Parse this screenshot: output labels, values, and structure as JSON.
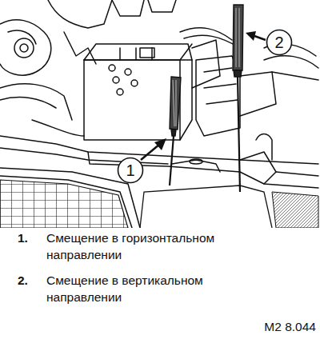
{
  "diagram": {
    "nodes": [
      {
        "text": [
          "1"
        ]
      },
      {
        "text": [
          "2"
        ]
      }
    ],
    "labels": [
      "1.",
      "Смещение в горизонтальном направлении",
      "2.",
      "Смещение в вертикальном направлении",
      "M2 8.044"
    ]
  }
}
